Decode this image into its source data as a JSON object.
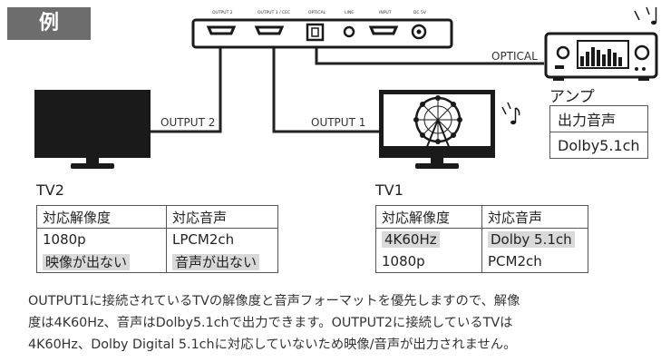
{
  "badge": "例",
  "device": {
    "ports": [
      "OUTPUT 2",
      "OUTPUT 1 / CEC",
      "OPTICAL",
      "LINE",
      "INPUT",
      "DC 5V"
    ]
  },
  "cables": {
    "output2": "OUTPUT 2",
    "output1": "OUTPUT 1",
    "optical": "OPTICAL"
  },
  "amp": {
    "name": "アンプ",
    "header": "出力音声",
    "value": "Dolby5.1ch"
  },
  "tv2": {
    "name": "TV2",
    "col1": "対応解像度",
    "col2": "対応音声",
    "rows": [
      {
        "res": "1080p",
        "audio": "LPCM2ch"
      },
      {
        "res": "映像が出ない",
        "audio": "音声が出ない"
      }
    ]
  },
  "tv1": {
    "name": "TV1",
    "col1": "対応解像度",
    "col2": "対応音声",
    "rows": [
      {
        "res": "4K60Hz",
        "audio": "Dolby 5.1ch"
      },
      {
        "res": "1080p",
        "audio": "PCM2ch"
      }
    ]
  },
  "description": [
    "OUTPUT1に接続されているTVの解像度と音声フォーマットを優先しますので、解像",
    "度は4K60Hz、音声はDolby5.1chで出力できます。OUTPUT2に接続しているTVは",
    "4K60Hz、Dolby Digital 5.1chに対応していないため映像/音声が出力されません。"
  ],
  "colors": {
    "badge_bg": "#6d6d6d",
    "highlight": "#d9d9d9",
    "device": "#1a1a1a"
  }
}
